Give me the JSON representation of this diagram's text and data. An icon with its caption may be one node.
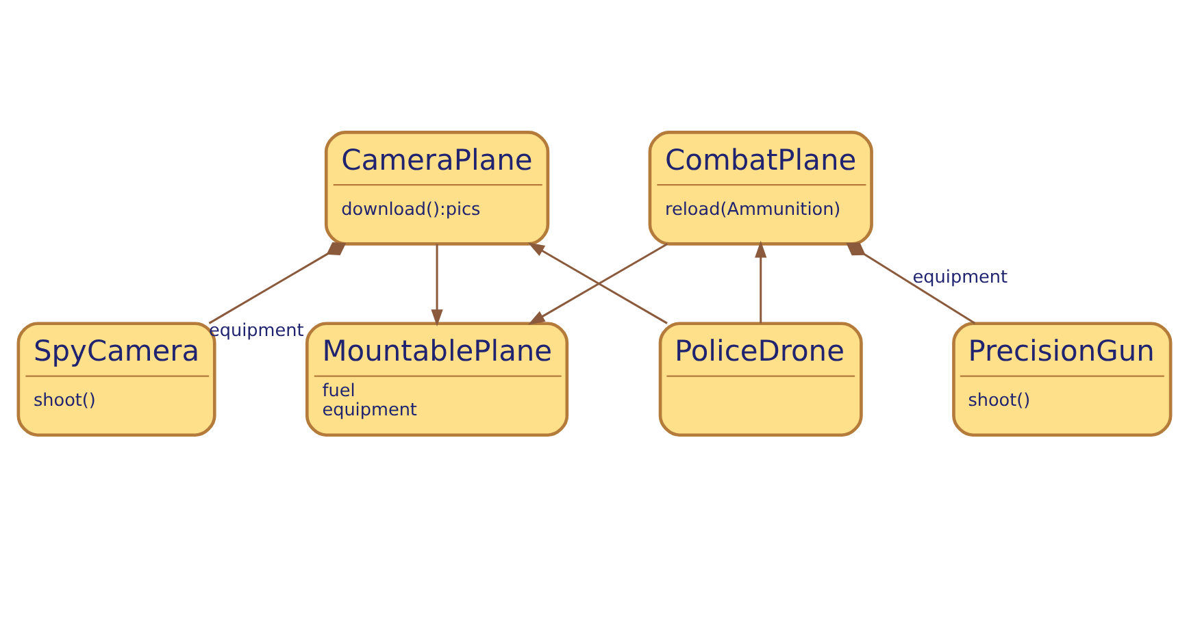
{
  "diagram": {
    "nodes": [
      {
        "text": [
          "SpyCamera",
          "shoot()"
        ]
      },
      {
        "text": [
          "MountablePlane",
          "fuel",
          "equipment"
        ]
      },
      {
        "text": [
          "PrecisionGun",
          "shoot()"
        ]
      },
      {
        "text": [
          "CameraPlane",
          "download():pics"
        ]
      },
      {
        "text": [
          "CombatPlane",
          "reload(Ammunition)"
        ]
      },
      {
        "text": [
          "PoliceDrone"
        ]
      }
    ],
    "edges": [
      {
        "from": 0,
        "to": 3,
        "arrow": "other",
        "label": "equipment"
      },
      {
        "from": 3,
        "to": 1,
        "arrow": "to"
      },
      {
        "from": 4,
        "to": 1,
        "arrow": "to"
      },
      {
        "from": 2,
        "to": 4,
        "arrow": "other",
        "label": "equipment"
      },
      {
        "from": 5,
        "to": 3,
        "arrow": "to"
      },
      {
        "from": 5,
        "to": 4,
        "arrow": "to"
      }
    ]
  }
}
